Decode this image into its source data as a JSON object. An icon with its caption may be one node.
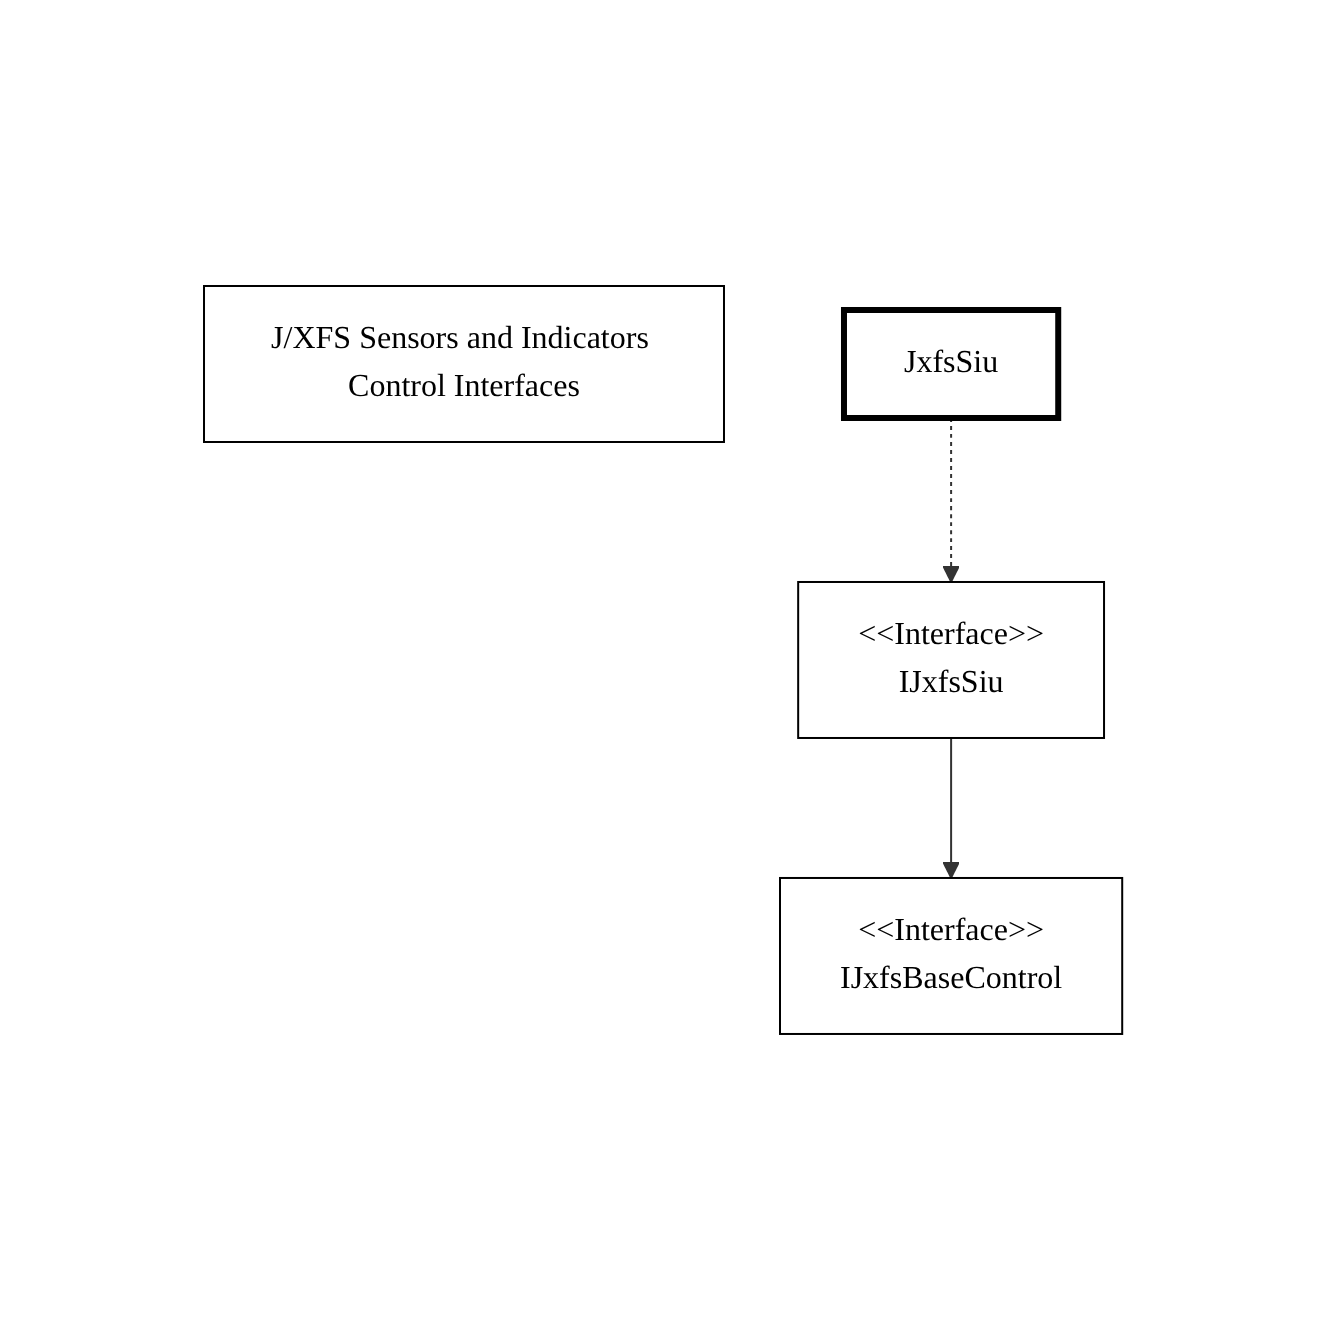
{
  "diagram": {
    "nodes": [
      {
        "text": [
          "J/XFS Sensors and Indicators Control Interfaces"
        ]
      },
      {
        "text": [
          "<<Interface>>",
          "IJxfsBaseControl"
        ]
      },
      {
        "text": [
          "<<Interface>>",
          "IJxfsSiu"
        ]
      },
      {
        "text": [
          "JxfsSiu"
        ]
      }
    ],
    "edges": [
      {
        "from": 2,
        "to": 1,
        "arrow": "to"
      },
      {
        "from": 3,
        "to": 2,
        "arrow": "to",
        "style": "dashed"
      }
    ]
  }
}
